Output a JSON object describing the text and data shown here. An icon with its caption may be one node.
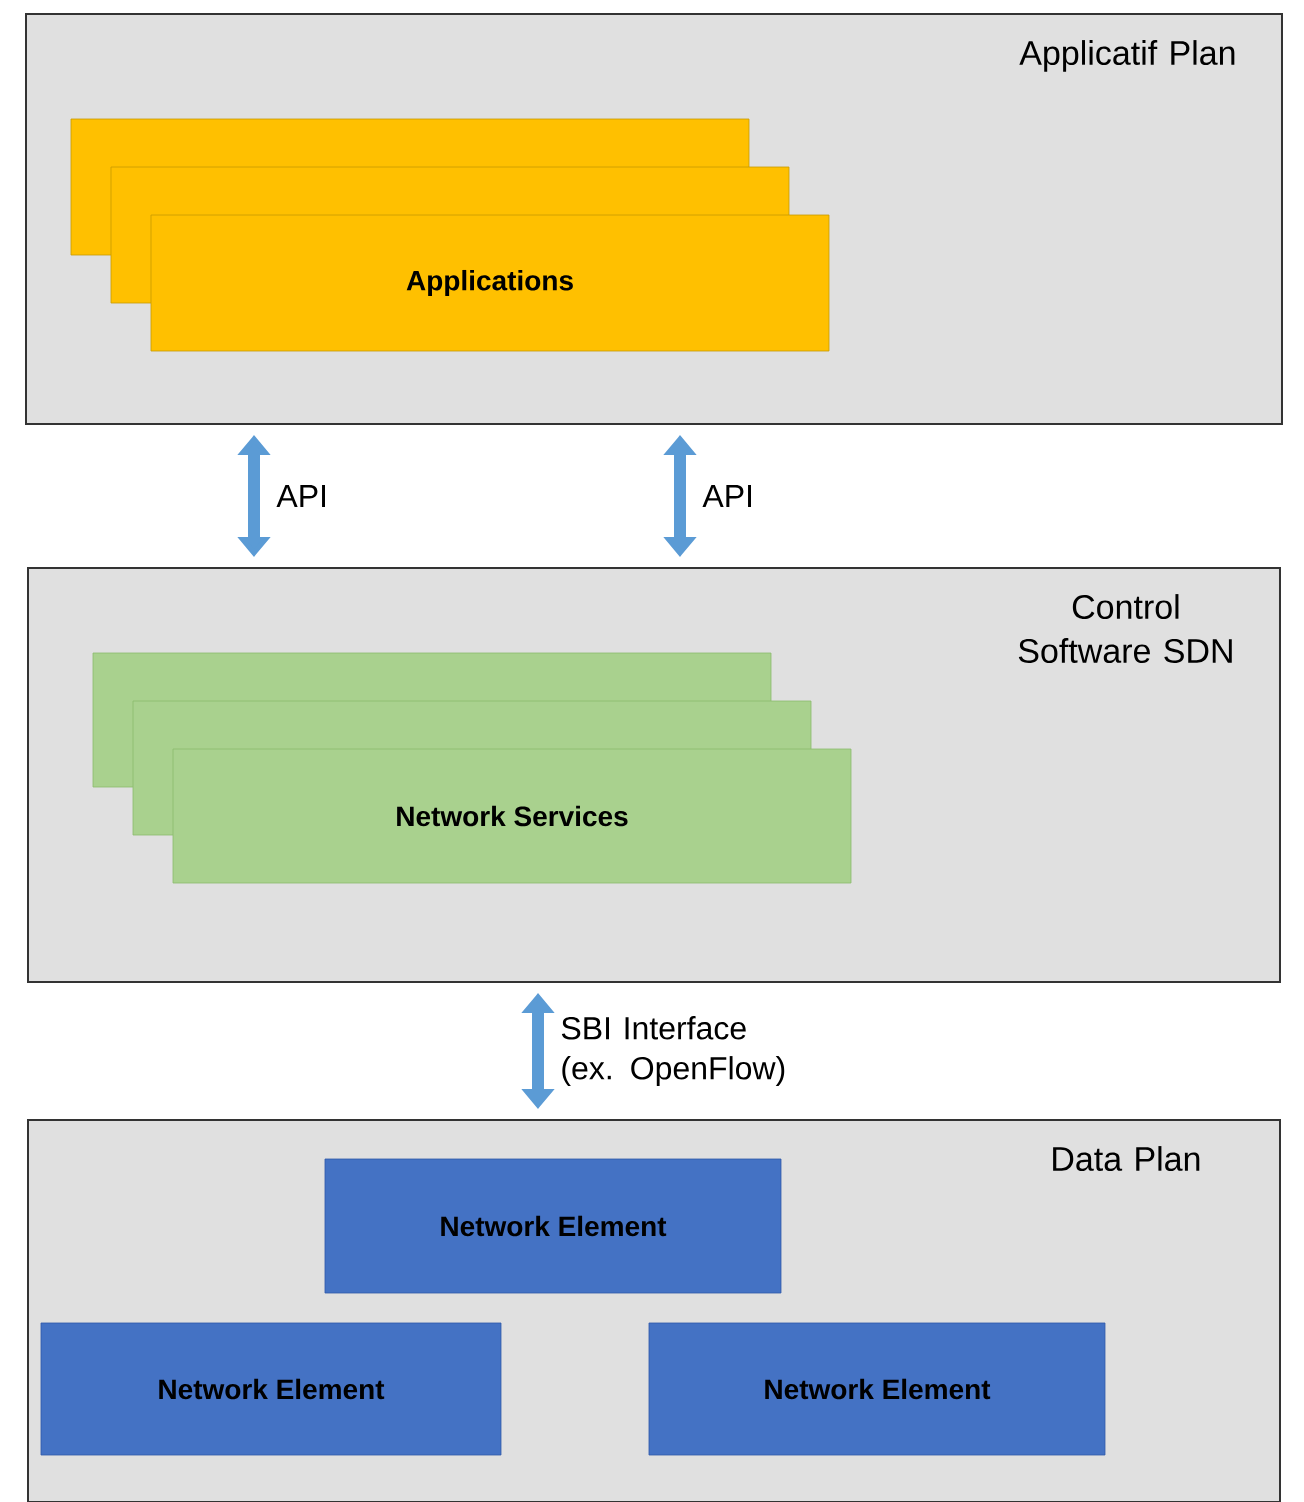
{
  "diagram": {
    "nodes": [
      {
        "text": [
          "Applicatif Plan"
        ]
      },
      {
        "text": [
          "Applications"
        ],
        "in": 0
      },
      {
        "text": [
          "Control Software SDN"
        ]
      },
      {
        "text": [
          "Network Services"
        ],
        "in": 2
      },
      {
        "text": [
          "Data Plan"
        ]
      },
      {
        "text": [
          "Network Element"
        ],
        "in": 4
      },
      {
        "text": [
          "Network Element"
        ],
        "in": 4
      },
      {
        "text": [
          "Network Element"
        ],
        "in": 4
      }
    ],
    "edges": [
      {
        "from": 0,
        "to": 2,
        "arrow": "both",
        "label": "API"
      },
      {
        "from": 0,
        "to": 2,
        "arrow": "both",
        "label": "API"
      },
      {
        "from": 2,
        "to": 4,
        "arrow": "both",
        "label": "SBI Interface (ex. OpenFlow)"
      }
    ]
  }
}
